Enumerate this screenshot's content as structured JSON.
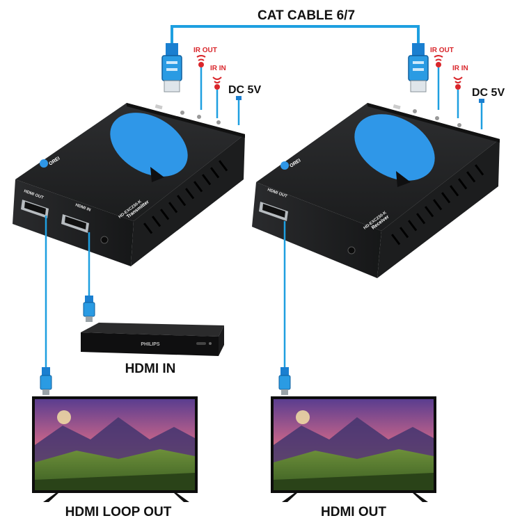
{
  "labels": {
    "cat_cable": "CAT CABLE 6/7",
    "hdmi_in": "HDMI IN",
    "hdmi_loop_out": "HDMI LOOP OUT",
    "hdmi_out": "HDMI OUT"
  },
  "transmitter": {
    "ir_out": "IR OUT",
    "ir_in": "IR IN",
    "dc": "DC 5V",
    "model": "HD-EXC230-K",
    "role": "Transmitter",
    "port_loop": "HDMI OUT",
    "port_in": "HDMI IN",
    "brand": "OREI"
  },
  "receiver": {
    "ir_out": "IR OUT",
    "ir_in": "IR IN",
    "dc": "DC 5V",
    "model": "HD-EXC230-K",
    "role": "Receiver",
    "port_out": "HDMI OUT",
    "brand": "OREI"
  },
  "source_device": {
    "brand": "PHILIPS"
  },
  "colors": {
    "cable": "#1e9fe0",
    "connector": "#1a7fd0",
    "device_body": "#232425",
    "logo_blue": "#2f97e8",
    "ir_red": "#d9262b"
  }
}
